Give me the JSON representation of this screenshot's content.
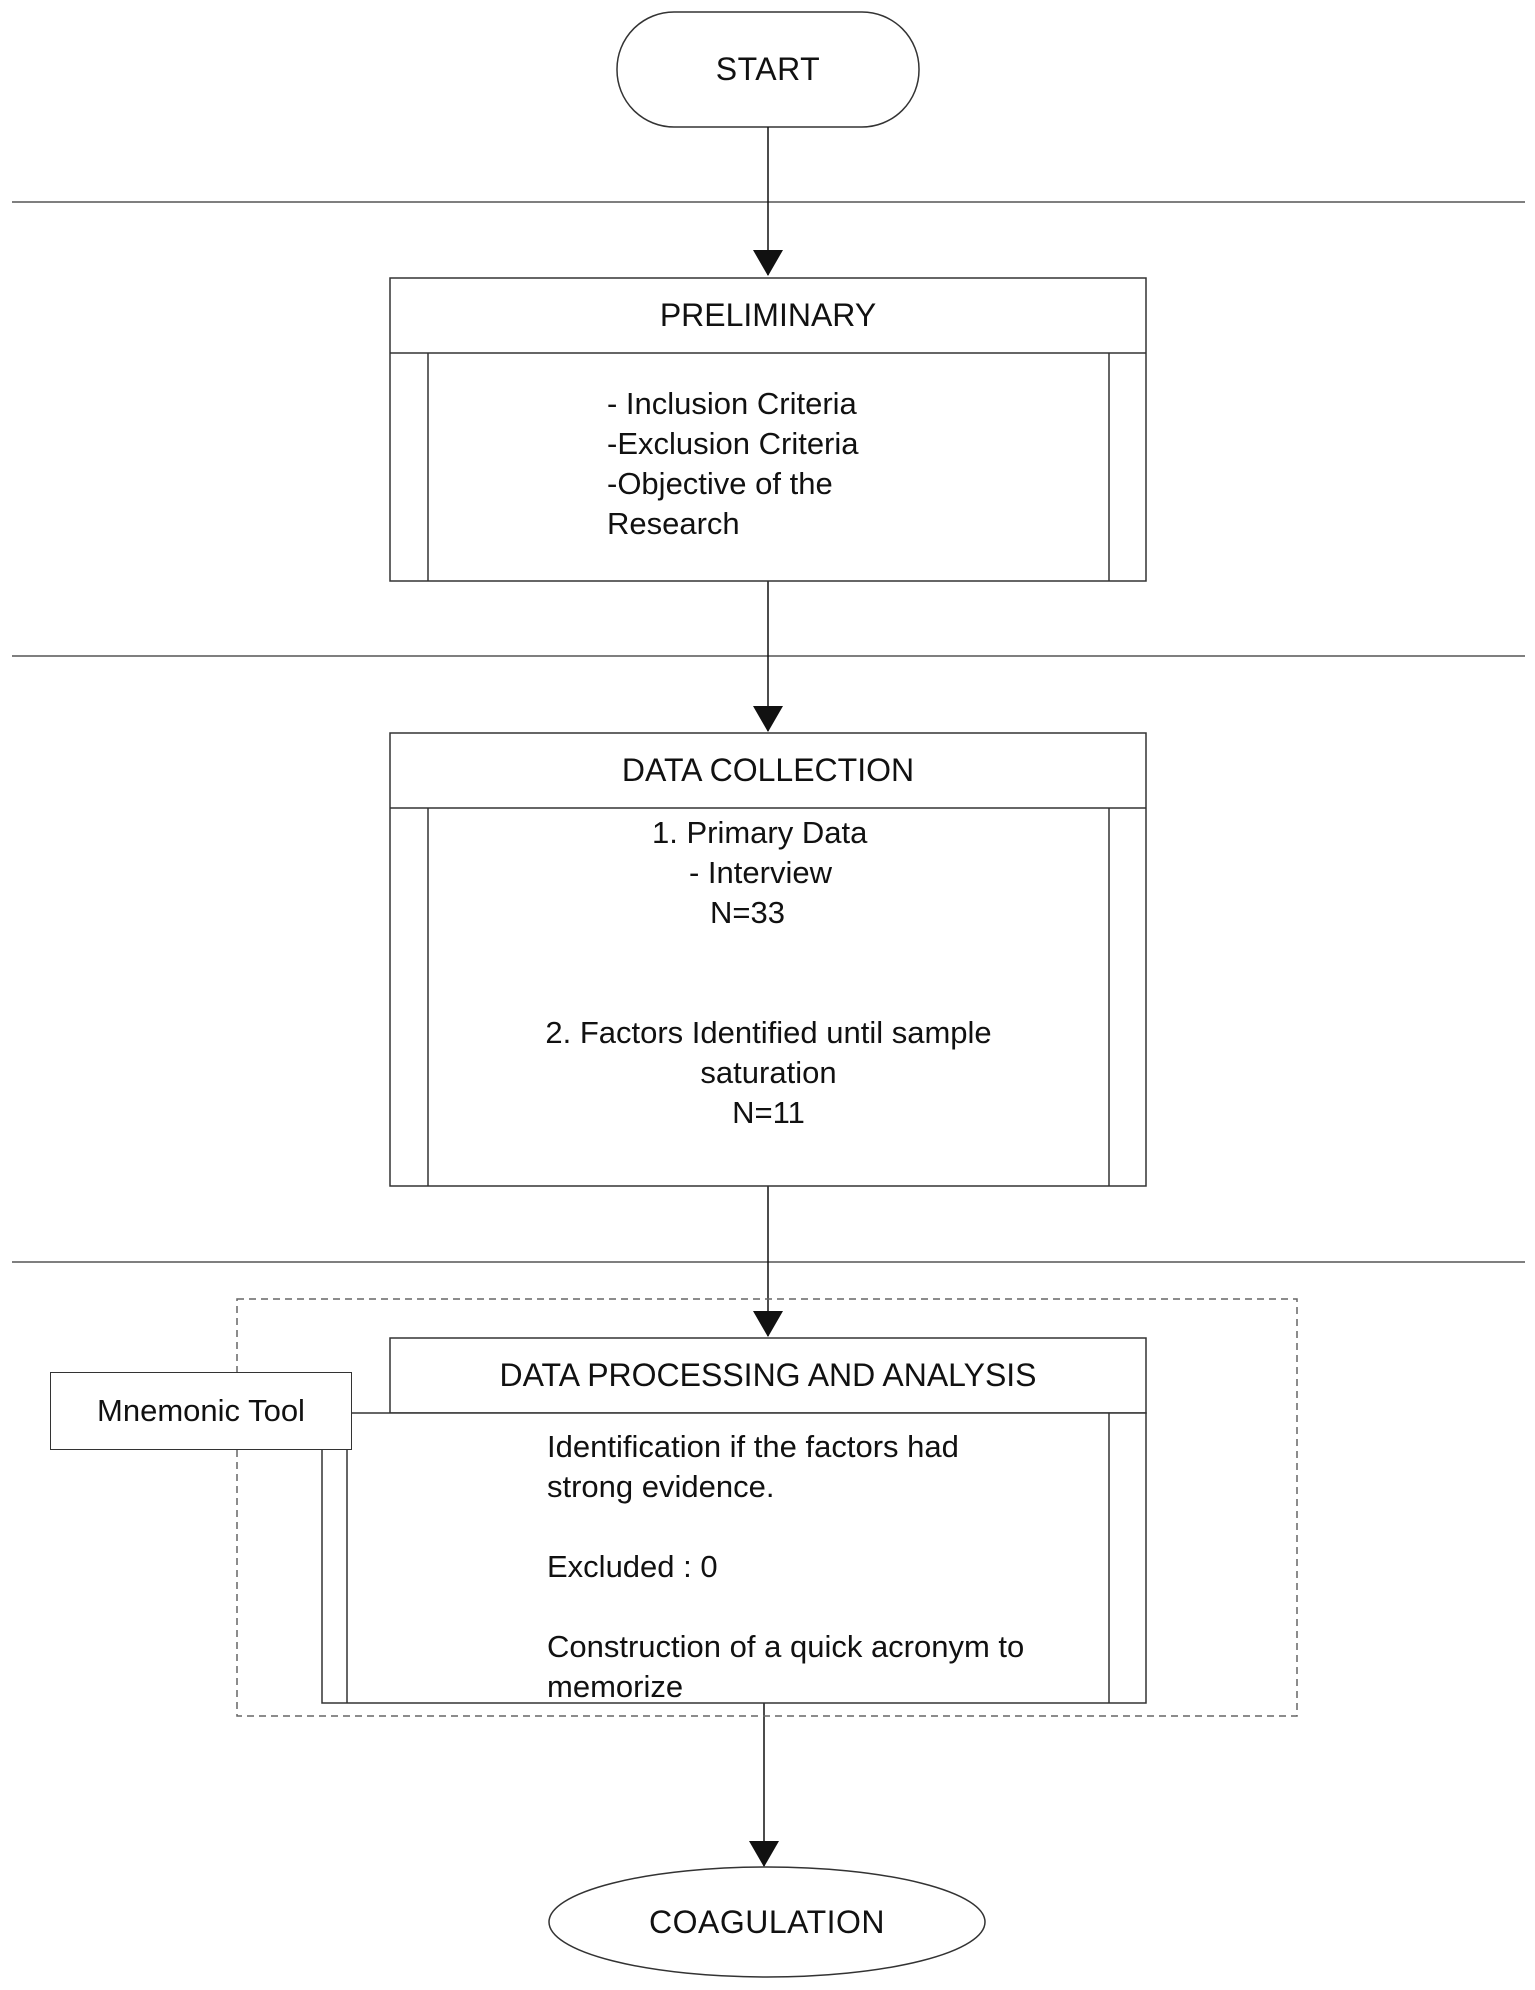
{
  "start": {
    "label": "START"
  },
  "preliminary": {
    "title": "PRELIMINARY",
    "lines": [
      "- Inclusion Criteria",
      "-Exclusion Criteria",
      "-Objective of the",
      "Research"
    ]
  },
  "data_collection": {
    "title": "DATA COLLECTION",
    "lines": [
      "1. Primary Data",
      "- Interview",
      "N=33",
      "2. Factors Identified until sample",
      "saturation",
      "N=11"
    ]
  },
  "processing": {
    "title": "DATA PROCESSING AND ANALYSIS",
    "lines": [
      "Identification if the factors had",
      "strong evidence.",
      "Excluded : 0",
      "Construction of a quick acronym to",
      "memorize"
    ]
  },
  "mnemonic_tool": {
    "label": "Mnemonic Tool"
  },
  "end": {
    "label": "COAGULATION"
  }
}
